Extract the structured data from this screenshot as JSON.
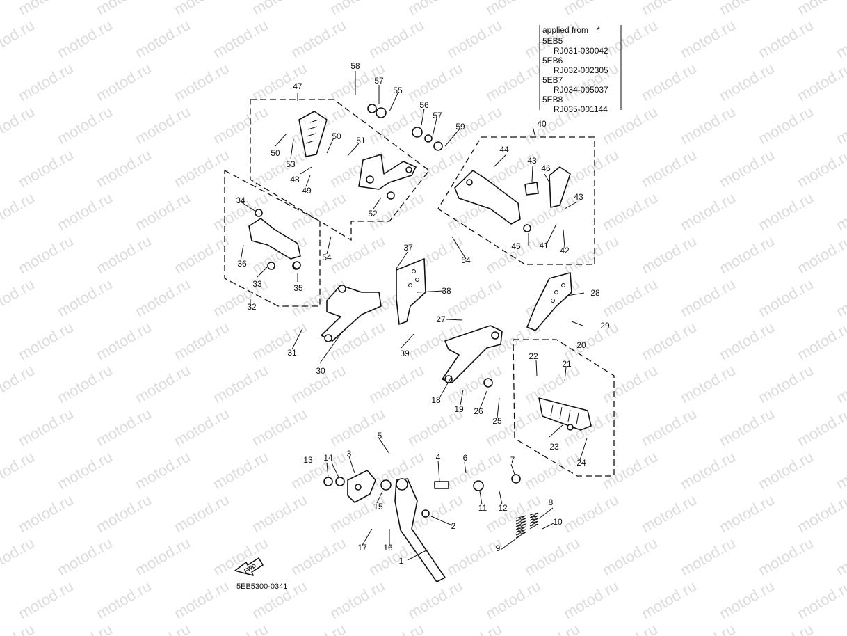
{
  "watermark": "motod.ru",
  "diagram_code": "5EB5300-0341",
  "forward_label": "FWD",
  "applied_from": {
    "title": "applied from",
    "marker": "*",
    "entries": [
      {
        "model": "5EB5",
        "serial": "RJ031-030042"
      },
      {
        "model": "5EB6",
        "serial": "RJ032-002305"
      },
      {
        "model": "5EB7",
        "serial": "RJ034-005037"
      },
      {
        "model": "5EB8",
        "serial": "RJ035-001144"
      }
    ]
  },
  "callouts": [
    "1",
    "2",
    "3",
    "4",
    "5",
    "6",
    "7",
    "8",
    "9",
    "10",
    "11",
    "12",
    "13",
    "14",
    "15",
    "16",
    "17",
    "18",
    "19",
    "20",
    "21",
    "22",
    "23",
    "24",
    "25",
    "26",
    "27",
    "28",
    "29",
    "30",
    "31",
    "32",
    "33",
    "34",
    "35",
    "36",
    "37",
    "38",
    "39",
    "40",
    "41",
    "42",
    "43",
    "43",
    "44",
    "45",
    "46",
    "47",
    "48",
    "49",
    "50",
    "50",
    "51",
    "52",
    "53",
    "54",
    "54",
    "55",
    "56",
    "57",
    "57",
    "58",
    "59"
  ]
}
